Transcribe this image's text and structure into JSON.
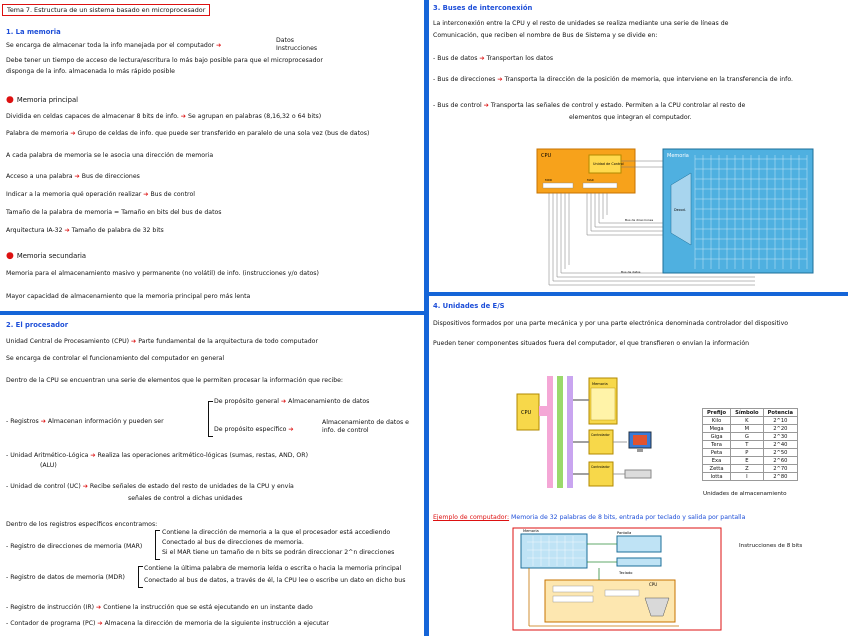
{
  "title": "Tema 7. Estructura de un sistema basado en microprocesador",
  "s1": {
    "heading": "1. La memoria",
    "line1": "Se encarga de almacenar toda la info manejada por el computador",
    "datos": "Datos",
    "instrucciones": "Instrucciones",
    "line2": "Debe tener un tiempo de acceso de lectura/escritura lo más bajo posible para que el microprocesador",
    "line3": "disponga de la info. almacenada lo más rápido posible",
    "mp_heading": "Memoria principal",
    "mp1a": "Dividida en celdas capaces de almacenar 8 bits de info.",
    "mp1b": "Se agrupan en palabras (8,16,32 o 64 bits)",
    "mp2a": "Palabra de memoria",
    "mp2b": "Grupo de celdas de info. que puede ser transferido en paralelo de una sola vez (bus de datos)",
    "mp3": "A cada palabra de memoria se le asocia una dirección de memoria",
    "mp4a": "Acceso a una palabra",
    "mp4b": "Bus de direcciones",
    "mp5a": "Indicar a la memoria qué operación realizar",
    "mp5b": "Bus de control",
    "mp6": "Tamaño de la palabra de memoria = Tamaño en bits del bus de datos",
    "mp7a": "Arquitectura IA-32",
    "mp7b": "Tamaño de palabra de 32 bits",
    "ms_heading": "Memoria secundaria",
    "ms1": "Memoria para el almacenamiento masivo y permanente (no volátil) de info. (instrucciones y/o datos)",
    "ms2": "Mayor capacidad de almacenamiento que la memoria principal pero más lenta"
  },
  "s2": {
    "heading": "2. El procesador",
    "l1a": "Unidad Central de Procesamiento (CPU)",
    "l1b": "Parte fundamental de la arquitectura de todo computador",
    "l2": "Se encarga de controlar el funcionamiento del computador en general",
    "l3": "Dentro de la CPU se encuentran una serie de elementos que le permiten procesar la información que recibe:",
    "reg_a": "Registros",
    "reg_b": "Almacenan información",
    "reg_c": "y pueden ser",
    "pg_a": "De propósito general",
    "pg_b": "Almacenamiento de datos",
    "pe_a": "De propósito específico",
    "pe_b": "Almacenamiento de datos e info. de control",
    "alu_a": "Unidad Aritmético-Lógica",
    "alu_b": "Realiza las operaciones aritmético-lógicas (sumas, restas, AND, OR)",
    "alu_c": "(ALU)",
    "uc_a": "Unidad de control (UC)",
    "uc_b": "Recibe señales de estado del resto de unidades de la CPU y envía",
    "uc_c": "señales de control a dichas unidades",
    "esp": "Dentro de los registros específicos encontramos:",
    "mar_a": "Registro de direcciones de memoria (MAR)",
    "mar_b1": "Contiene la dirección de memoria a la que el procesador está accediendo",
    "mar_b2": "Conectado al bus de direcciones de memoria.",
    "mar_b3": "Si el MAR tiene un tamaño de n bits se podrán direccionar 2^n direcciones",
    "mdr_a": "Registro de datos de memoria (MDR)",
    "mdr_b1": "Contiene la última palabra de memoria leída o escrita o hacia la memoria principal",
    "mdr_b2": "Conectado al bus de datos, a través de él, la CPU lee o escribe un dato en dicho bus",
    "ir_a": "Registro de instrucción (IR)",
    "ir_b": "Contiene la instrucción que se está ejecutando en un instante dado",
    "pc_a": "Contador de programa (PC)",
    "pc_b": "Almacena la dirección de memoria de la siguiente instrucción a ejecutar"
  },
  "s3": {
    "heading": "3. Buses de interconexión",
    "l1": "La interconexión entre la CPU y el resto de unidades se realiza mediante una serie de líneas de",
    "l2": "Comunicación, que reciben el nombre de Bus de Sistema y se divide en:",
    "bd_a": "Bus de datos",
    "bd_b": "Transportan los datos",
    "bdir_a": "Bus de direcciones",
    "bdir_b": "Transporta la dirección de la posición de memoria, que interviene en la transferencia de info.",
    "bc_a": "Bus de control",
    "bc_b": "Transporta las señales de control y estado. Permiten a la CPU controlar al resto de",
    "bc_c": "elementos que integran el computador.",
    "d_cpu": "CPU",
    "d_uc": "Unidad de Control",
    "d_mem": "Memoria",
    "d_decod": "Decod.",
    "d_bdir": "Bus de direcciones",
    "d_bdat": "Bus de datos",
    "d_mdr": "MDR",
    "d_mar": "MAR"
  },
  "s4": {
    "heading": "4. Unidades de E/S",
    "l1": "Dispositivos formados por una parte mecánica y por una parte electrónica denominada controlador del dispositivo",
    "l2": "Pueden tener componentes situados fuera del computador, el que transfieren o envían la información",
    "d_cpu": "CPU",
    "d_mem": "Memoria",
    "d_ctrl": "Controlador",
    "table_caption": "Unidades de almacenamiento",
    "table_headers": [
      "Prefijo",
      "Símbolo",
      "Potencia"
    ],
    "table_rows": [
      [
        "Kilo",
        "K",
        "2^10"
      ],
      [
        "Mega",
        "M",
        "2^20"
      ],
      [
        "Giga",
        "G",
        "2^30"
      ],
      [
        "Tera",
        "T",
        "2^40"
      ],
      [
        "Peta",
        "P",
        "2^50"
      ],
      [
        "Exa",
        "E",
        "2^60"
      ],
      [
        "Zetta",
        "Z",
        "2^70"
      ],
      [
        "Iotta",
        "I",
        "2^80"
      ]
    ],
    "ej_label": "Ejemplo de computador:",
    "ej_text": "Memoria de 32 palabras de 8 bits, entrada por teclado y salida por pantalla",
    "ej_instr": "Instrucciones de 8 bits",
    "ej_memoria": "Memoria",
    "ej_pantalla": "Pantalla",
    "ej_teclado": "Teclado",
    "ej_cpu": "CPU"
  }
}
